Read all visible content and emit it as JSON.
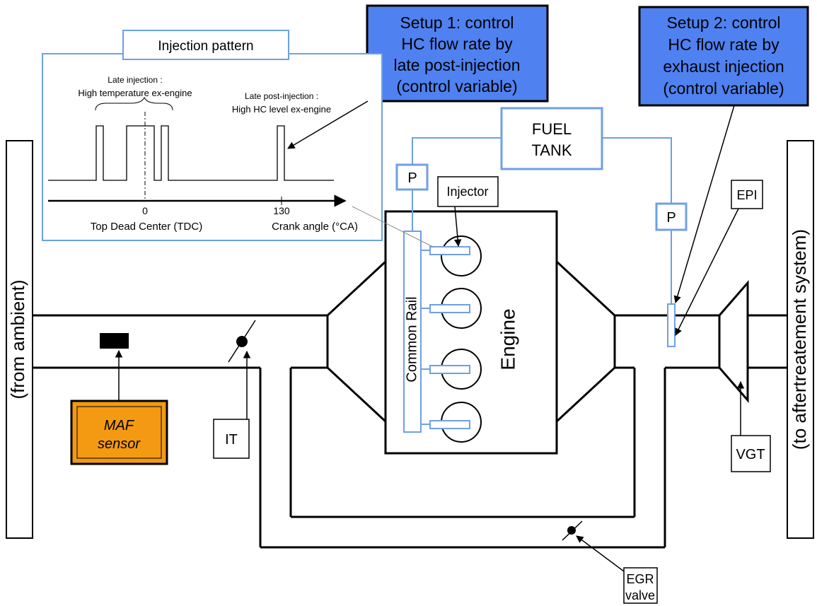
{
  "injection_pattern": {
    "title": "Injection pattern",
    "late_injection_label": "Late injection :",
    "late_injection_desc": "High temperature ex-engine",
    "late_post_label": "Late post-injection :",
    "late_post_desc": "High HC level ex-engine",
    "tick_zero": "0",
    "tick_130": "130",
    "tdc_label": "Top Dead Center (TDC)",
    "crank_label": "Crank angle (°CA)"
  },
  "setup1": {
    "line1": "Setup 1: control",
    "line2": "HC flow rate by",
    "line3": "late post-injection",
    "line4": "(control variable)"
  },
  "setup2": {
    "line1": "Setup 2: control",
    "line2": "HC flow rate by",
    "line3": "exhaust injection",
    "line4": "(control variable)"
  },
  "fuel_tank": {
    "line1": "FUEL",
    "line2": "TANK"
  },
  "pump_left": "P",
  "pump_right": "P",
  "injector_label": "Injector",
  "epi_label": "EPI",
  "common_rail_label": "Common Rail",
  "engine_label": "Engine",
  "ambient_label": "(from ambient)",
  "aftertreatment_label": "(to aftertreatement system)",
  "maf": {
    "line1": "MAF",
    "line2": "sensor"
  },
  "it_label": "IT",
  "vgt_label": "VGT",
  "egr": {
    "line1": "EGR",
    "line2": "valve"
  },
  "colors": {
    "highlight_blue": "#4f81f0",
    "line_blue": "#6f9fe6",
    "maf_orange": "#f39a12"
  }
}
